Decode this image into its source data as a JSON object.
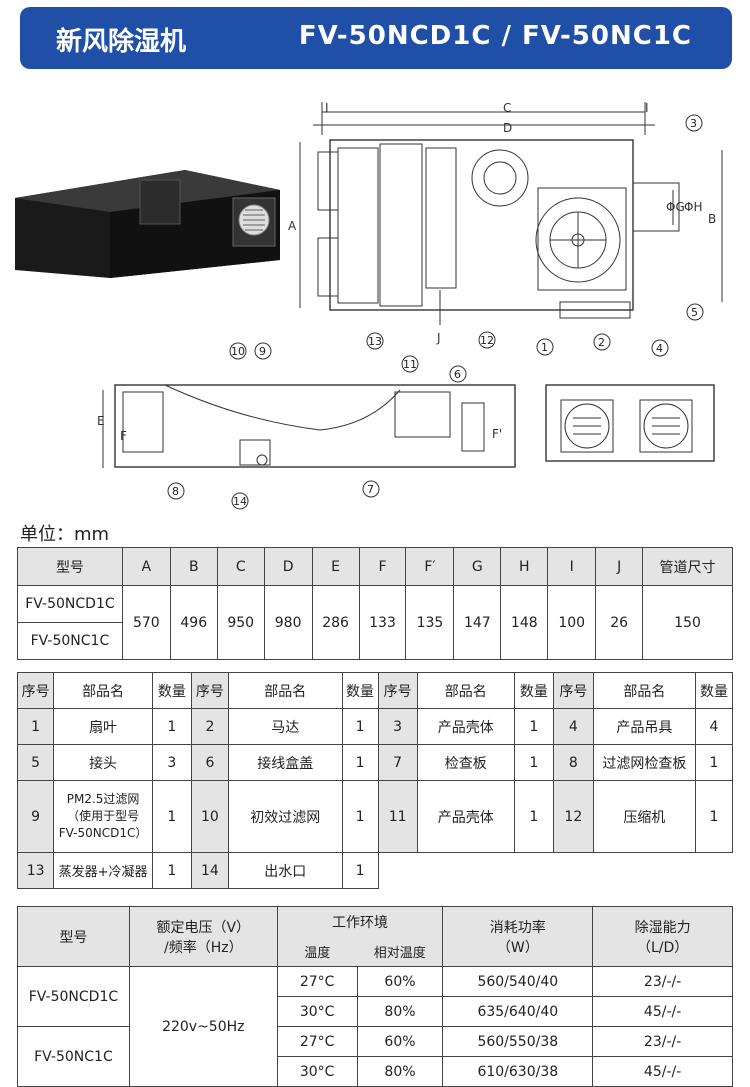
{
  "header": {
    "title_cn": "新风除湿机",
    "title_models": "FV-50NCD1C / FV-50NC1C"
  },
  "drawing": {
    "dim_letters": {
      "A": "A",
      "B": "B",
      "C": "C",
      "D": "D",
      "E": "E",
      "F": "F",
      "Fp": "F'",
      "G": "ΦG",
      "H": "ΦH",
      "I1": "I",
      "I2": "I",
      "J": "J"
    },
    "callouts": [
      "1",
      "2",
      "3",
      "4",
      "5",
      "6",
      "7",
      "8",
      "9",
      "10",
      "11",
      "12",
      "13",
      "14"
    ]
  },
  "unit_label": "单位：mm",
  "dims_table": {
    "headers": [
      "型号",
      "A",
      "B",
      "C",
      "D",
      "E",
      "F",
      "F′",
      "G",
      "H",
      "I",
      "J",
      "管道尺寸"
    ],
    "models": [
      "FV-50NCD1C",
      "FV-50NC1C"
    ],
    "values": [
      "570",
      "496",
      "950",
      "980",
      "286",
      "133",
      "135",
      "147",
      "148",
      "100",
      "26",
      "150"
    ]
  },
  "parts_table": {
    "headers": [
      "序号",
      "部品名",
      "数量",
      "序号",
      "部品名",
      "数量",
      "序号",
      "部品名",
      "数量",
      "序号",
      "部品名",
      "数量"
    ],
    "rows": [
      [
        {
          "no": "1",
          "name": "扇叶",
          "qty": "1"
        },
        {
          "no": "2",
          "name": "马达",
          "qty": "1"
        },
        {
          "no": "3",
          "name": "产品壳体",
          "qty": "1"
        },
        {
          "no": "4",
          "name": "产品吊具",
          "qty": "4"
        }
      ],
      [
        {
          "no": "5",
          "name": "接头",
          "qty": "3"
        },
        {
          "no": "6",
          "name": "接线盒盖",
          "qty": "1"
        },
        {
          "no": "7",
          "name": "检查板",
          "qty": "1"
        },
        {
          "no": "8",
          "name": "过滤网检查板",
          "qty": "1"
        }
      ],
      [
        {
          "no": "9",
          "name_l1": "PM2.5过滤网",
          "name_l2": "（使用于型号",
          "name_l3": "FV-50NCD1C）",
          "qty": "1"
        },
        {
          "no": "10",
          "name": "初效过滤网",
          "qty": "1"
        },
        {
          "no": "11",
          "name": "产品壳体",
          "qty": "1"
        },
        {
          "no": "12",
          "name": "压缩机",
          "qty": "1"
        }
      ],
      [
        {
          "no": "13",
          "name": "蒸发器+冷凝器",
          "qty": "1"
        },
        {
          "no": "14",
          "name": "出水口",
          "qty": "1"
        }
      ]
    ]
  },
  "elec_table": {
    "h_model": "型号",
    "h_voltage_l1": "额定电压（V）",
    "h_voltage_l2": "/频率（Hz）",
    "h_env": "工作环境",
    "h_temp": "温度",
    "h_rh": "相对温度",
    "h_power_l1": "消耗功率",
    "h_power_l2": "（W）",
    "h_dehum_l1": "除湿能力",
    "h_dehum_l2": "（L/D）",
    "voltage": "220v~50Hz",
    "models": [
      {
        "name": "FV-50NCD1C",
        "rows": [
          {
            "temp": "27°C",
            "rh": "60%",
            "power": "560/540/40",
            "dehum": "23/-/-"
          },
          {
            "temp": "30°C",
            "rh": "80%",
            "power": "635/640/40",
            "dehum": "45/-/-"
          }
        ]
      },
      {
        "name": "FV-50NC1C",
        "rows": [
          {
            "temp": "27°C",
            "rh": "60%",
            "power": "560/550/38",
            "dehum": "23/-/-"
          },
          {
            "temp": "30°C",
            "rh": "80%",
            "power": "610/630/38",
            "dehum": "45/-/-"
          }
        ]
      }
    ]
  }
}
